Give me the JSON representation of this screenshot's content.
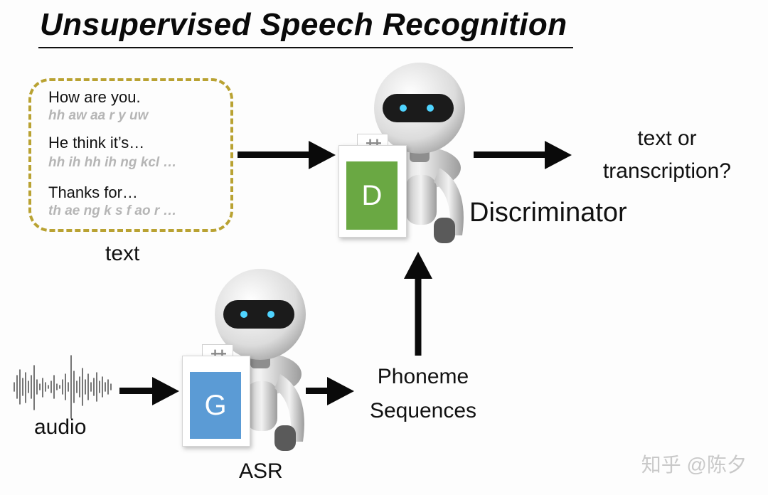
{
  "title": "Unsupervised Speech Recognition",
  "text_examples": [
    {
      "sentence": "How are you.",
      "phonemes": "hh aw aa r y uw"
    },
    {
      "sentence": "He think it’s…",
      "phonemes": "hh ih hh ih ng kcl …"
    },
    {
      "sentence": "Thanks for…",
      "phonemes": "th ae ng k s f ao r …"
    }
  ],
  "labels": {
    "text": "text",
    "audio": "audio",
    "asr": "ASR",
    "discriminator": "Discriminator",
    "output_line1": "text or",
    "output_line2": "transcription?",
    "phoneme_line1": "Phoneme",
    "phoneme_line2": "Sequences"
  },
  "cards": {
    "discriminator": {
      "letter": "D",
      "tab": "++",
      "color": "#6aa843"
    },
    "generator": {
      "letter": "G",
      "tab": "++",
      "color": "#5b9bd5"
    }
  },
  "colors": {
    "dashed_border": "#b9a232",
    "arrow": "#0a0a0a"
  },
  "watermark": "知乎 @陈夕"
}
